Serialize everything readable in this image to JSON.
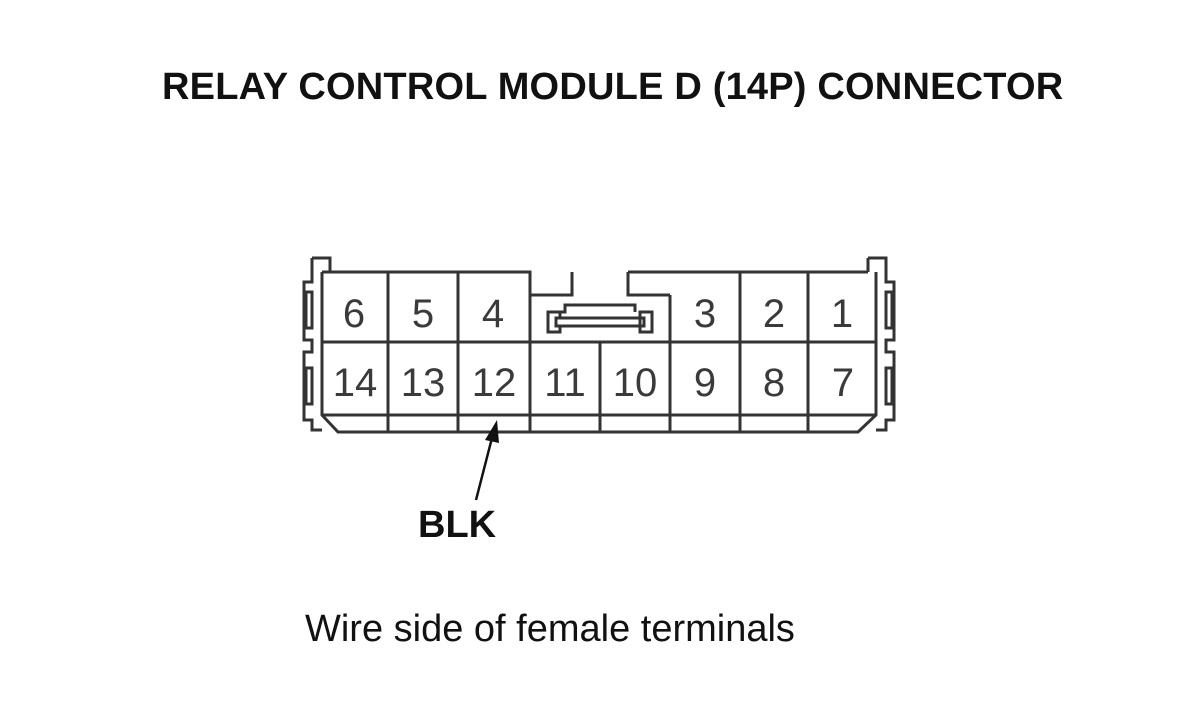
{
  "title": "RELAY CONTROL MODULE D (14P) CONNECTOR",
  "connector": {
    "top_row": [
      "6",
      "5",
      "4",
      "3",
      "2",
      "1"
    ],
    "bottom_row": [
      "14",
      "13",
      "12",
      "11",
      "10",
      "9",
      "8",
      "7"
    ]
  },
  "callout": {
    "pin": "12",
    "label": "BLK"
  },
  "caption": "Wire side of female terminals",
  "colors": {
    "outline": "#333333",
    "text": "#111111"
  }
}
